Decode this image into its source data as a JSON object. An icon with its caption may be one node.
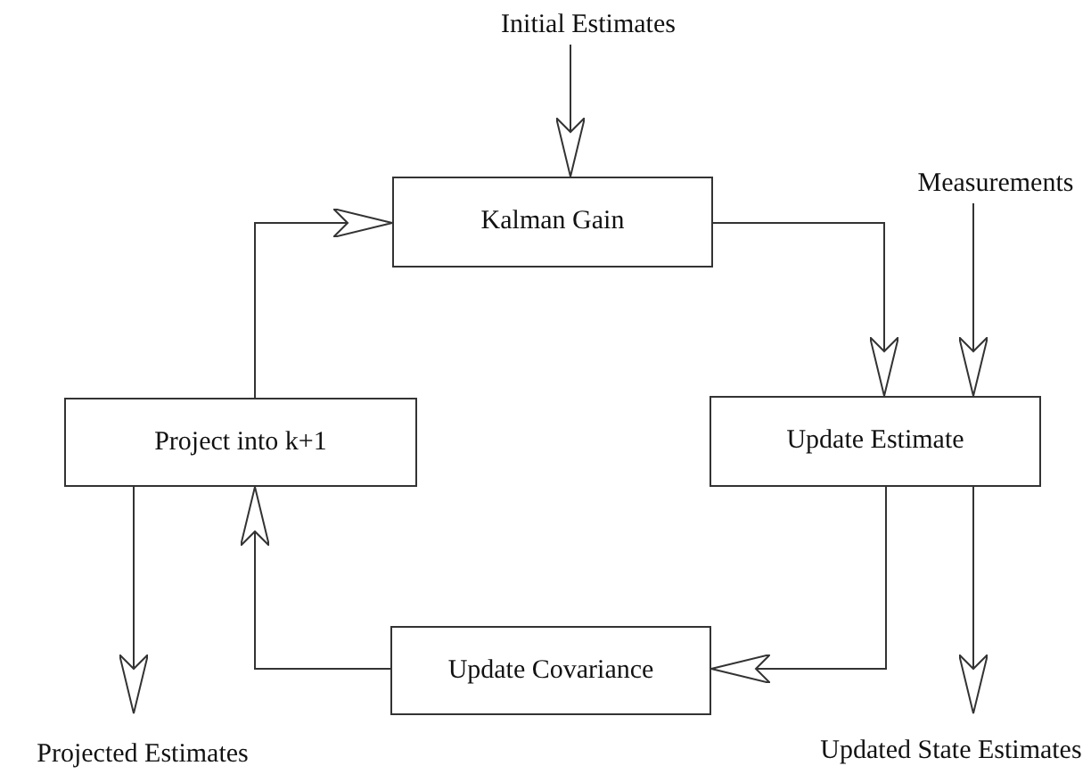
{
  "diagram": {
    "nodes": [
      {
        "text": [
          "Initial Estimates"
        ]
      },
      {
        "text": [
          "Measurements"
        ]
      },
      {
        "text": [
          "Kalman Gain"
        ]
      },
      {
        "text": [
          "Project into k+1"
        ]
      },
      {
        "text": [
          "Update Estimate"
        ]
      },
      {
        "text": [
          "Update Covariance"
        ]
      },
      {
        "text": [
          "Projected Estimates"
        ]
      },
      {
        "text": [
          "Updated State Estimates"
        ]
      }
    ],
    "edges": [
      {
        "from": 0,
        "to": 2,
        "arrow": "to"
      },
      {
        "from": 1,
        "to": 4,
        "arrow": "to"
      },
      {
        "from": 2,
        "to": 4,
        "arrow": "to"
      },
      {
        "from": 4,
        "to": 5,
        "arrow": "to"
      },
      {
        "from": 5,
        "to": 3,
        "arrow": "to"
      },
      {
        "from": 3,
        "to": 2,
        "arrow": "to"
      },
      {
        "from": 3,
        "to": 6,
        "arrow": "to"
      },
      {
        "from": 4,
        "to": 7,
        "arrow": "to"
      }
    ]
  }
}
